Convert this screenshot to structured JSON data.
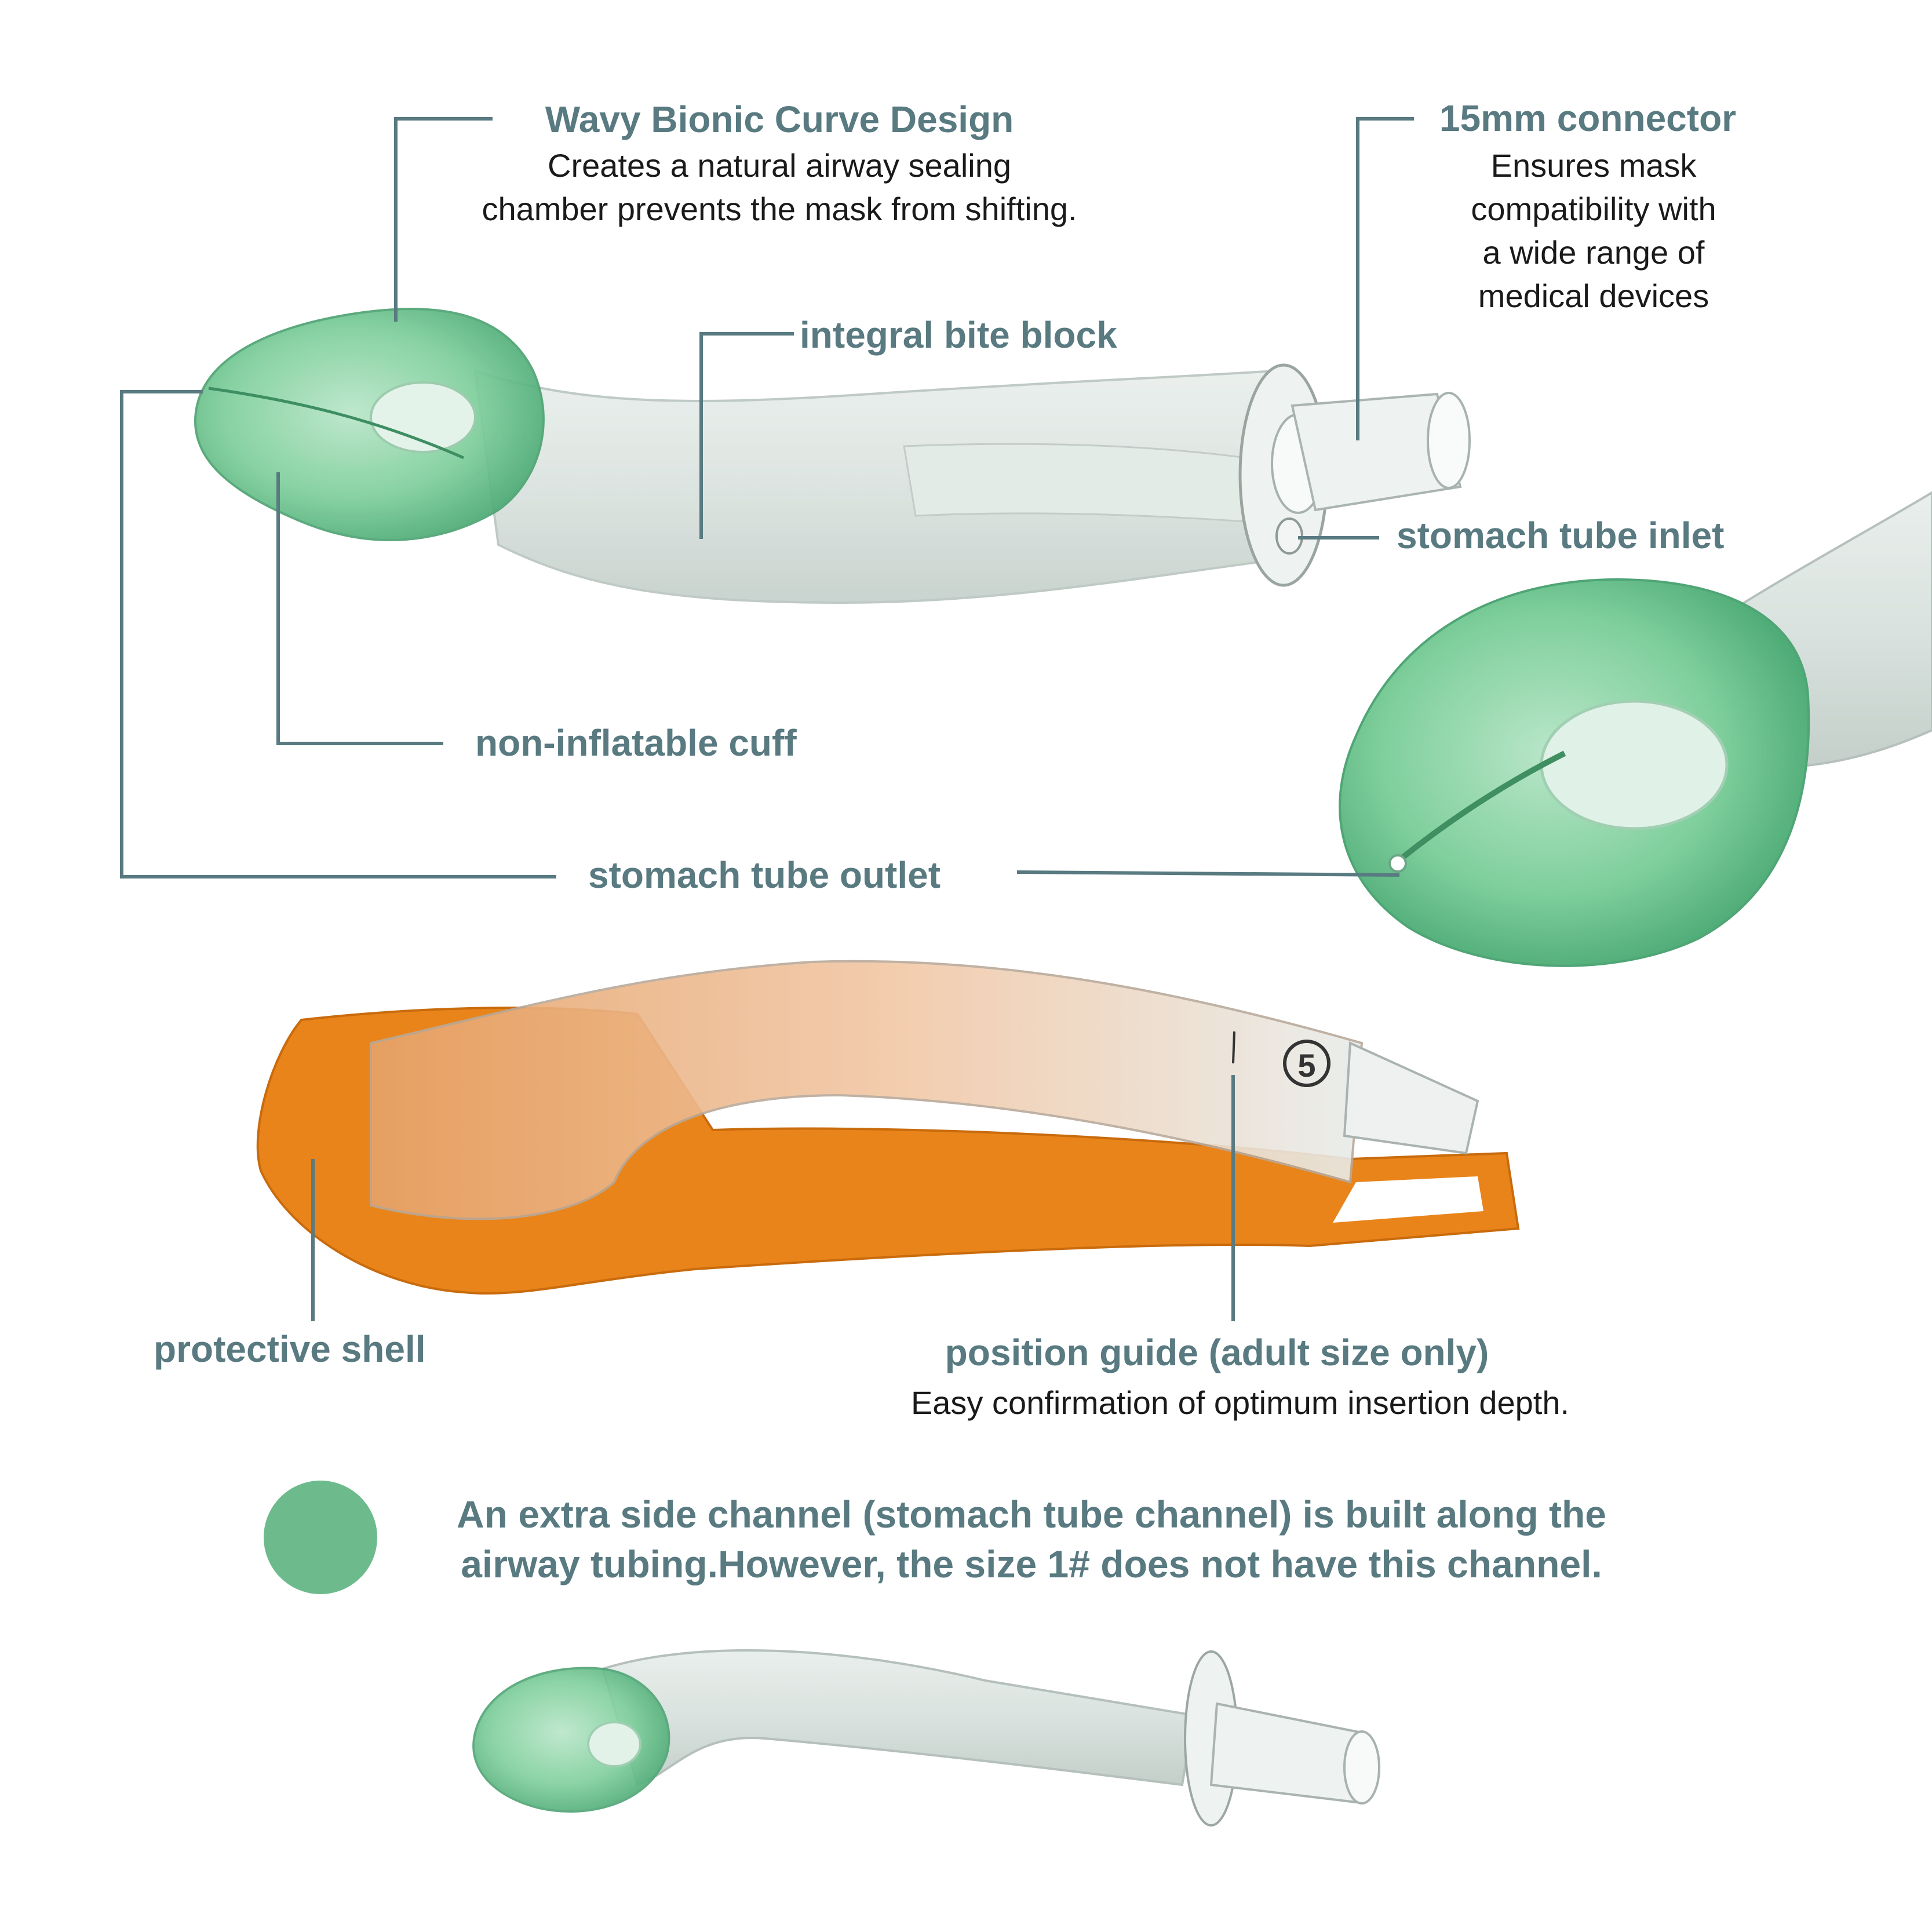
{
  "callouts": {
    "wavy": {
      "title": "Wavy Bionic Curve Design",
      "desc_lines": [
        "Creates a natural airway sealing",
        "chamber prevents the mask from shifting."
      ]
    },
    "connector": {
      "title": "15mm connector",
      "desc_lines": [
        "Ensures mask",
        "compatibility with",
        "a wide range of",
        "medical devices"
      ]
    },
    "bite_block": {
      "label": "integral bite block"
    },
    "stomach_inlet": {
      "label": "stomach tube inlet"
    },
    "cuff": {
      "label": "non-inflatable cuff"
    },
    "stomach_outlet": {
      "label": "stomach tube outlet"
    },
    "shell": {
      "label": "protective shell"
    },
    "position_guide": {
      "title": "position guide (adult size only)",
      "desc": "Easy confirmation of optimum insertion depth."
    }
  },
  "note": {
    "bullet_color": "#6dbb8c",
    "text": "An extra side channel (stomach tube channel) is built along the airway tubing.However, the size 1# does not have this channel."
  },
  "device": {
    "size_marking": "5"
  },
  "colors": {
    "accent_text": "#587a80",
    "leader_line": "#587a80",
    "cuff_green": "#66c08a",
    "shell_orange": "#e88a1e"
  }
}
